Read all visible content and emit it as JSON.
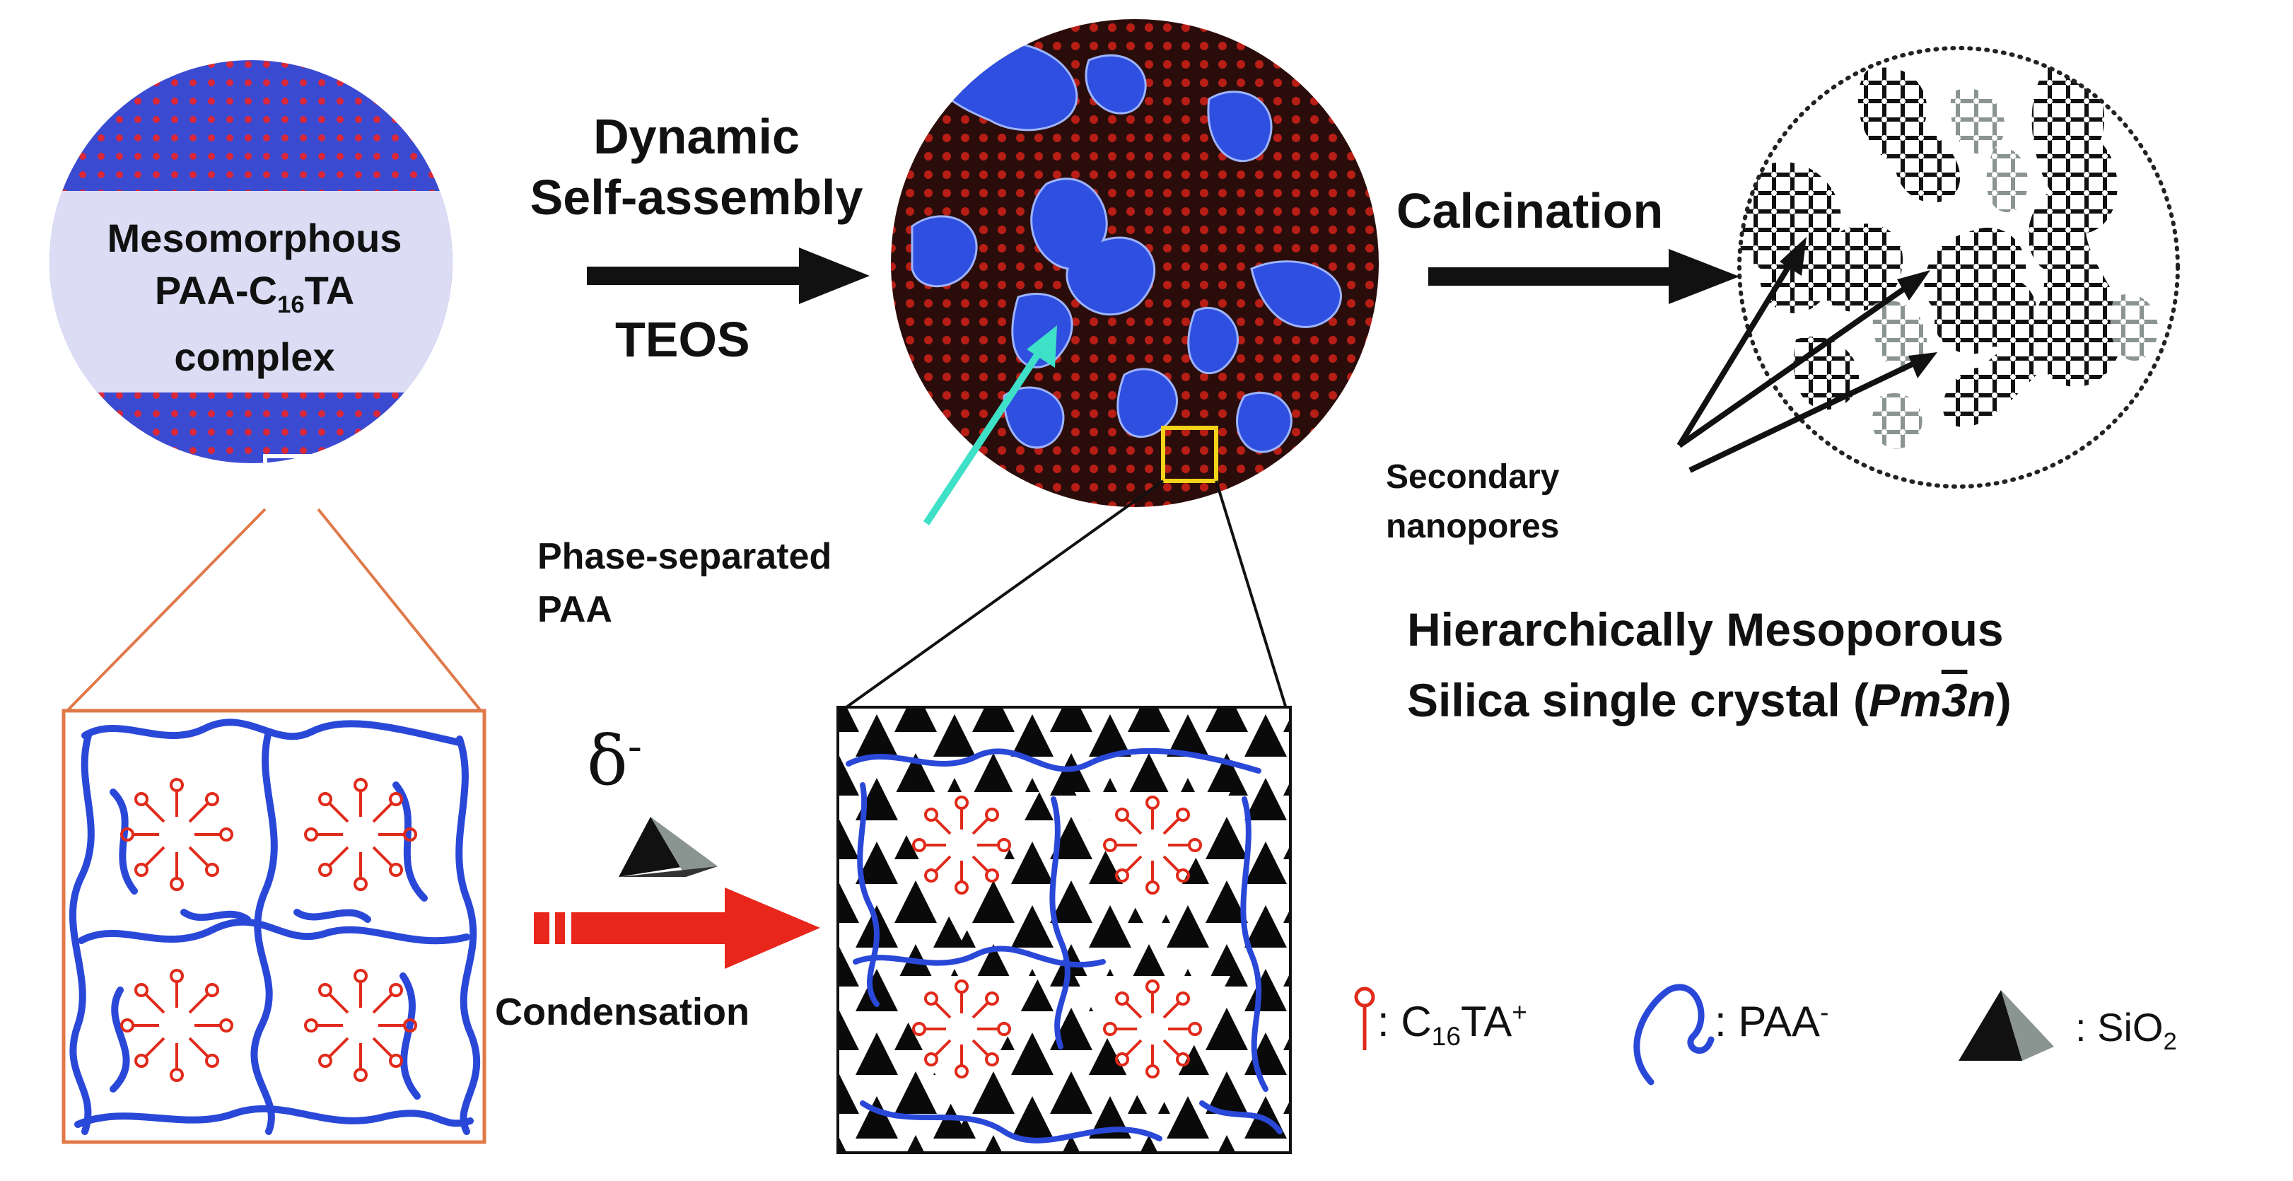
{
  "circle1": {
    "line1": "Mesomorphous",
    "line2_pre": "PAA-C",
    "line2_sub": "16",
    "line2_post": "TA",
    "line3": "complex"
  },
  "step1": {
    "line1": "Dynamic",
    "line2": "Self-assembly",
    "reagent": "TEOS"
  },
  "step2": {
    "label": "Calcination"
  },
  "step3": {
    "symbol": "δ",
    "charge": "-",
    "label": "Condensation"
  },
  "callouts": {
    "phase_line1": "Phase-separated",
    "phase_line2": "PAA",
    "secondary_line1": "Secondary",
    "secondary_line2": "nanopores"
  },
  "product": {
    "line1": "Hierarchically Mesoporous",
    "line2_pre": "Silica single crystal (",
    "line2_italic_a": "Pm",
    "line2_italic_b": "3",
    "line2_italic_c": "n",
    "line2_post": ")"
  },
  "legend": {
    "c16ta_pre": ": C",
    "c16ta_sub": "16",
    "c16ta_post": "TA",
    "c16ta_sup": "+",
    "paa_pre": ": PAA",
    "paa_sup": "-",
    "sio2_pre": ": SiO",
    "sio2_sub": "2"
  },
  "colors": {
    "surfactant_red": "#e02a1a",
    "polymer_blue": "#2a48d8",
    "highlight_yellow": "#f3d21a",
    "arrow_teal": "#3fe0c8",
    "zoom_orange": "#e0794a"
  }
}
